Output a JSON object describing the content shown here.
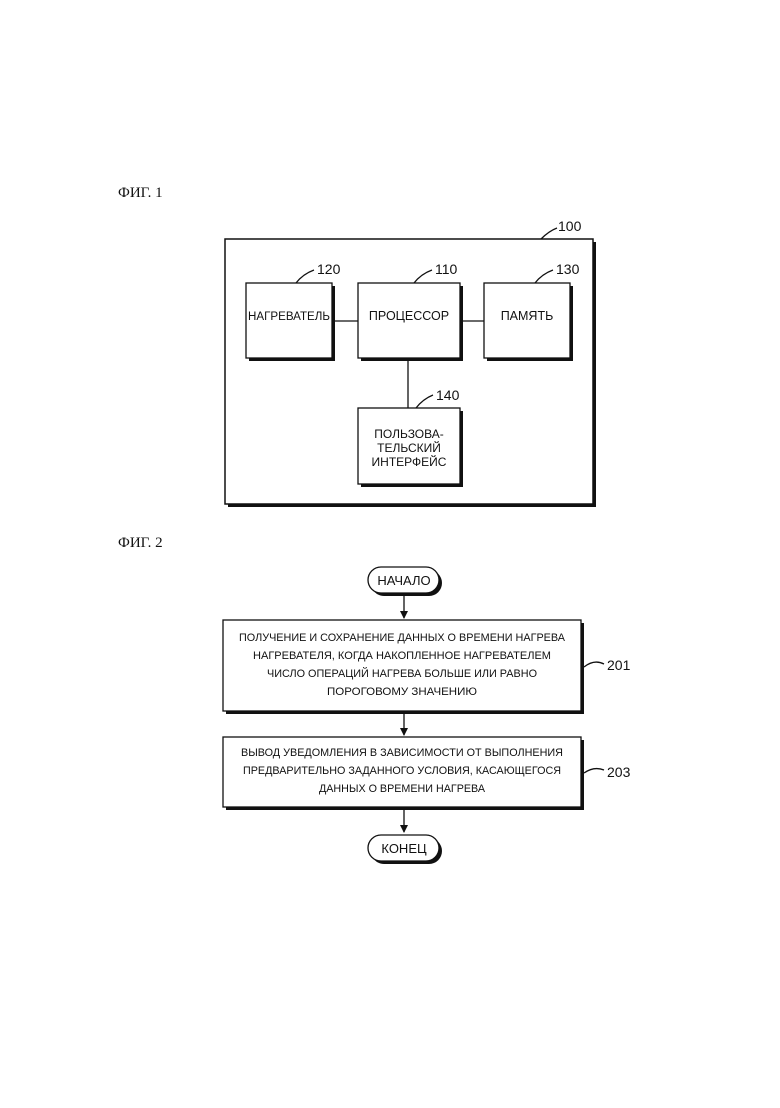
{
  "fig1": {
    "label": "ФИГ. 1",
    "outer_ref": "100",
    "blocks": {
      "heater": {
        "label": "НАГРЕВАТЕЛЬ",
        "ref": "120"
      },
      "processor": {
        "label": "ПРОЦЕССОР",
        "ref": "110"
      },
      "memory": {
        "label": "ПАМЯТЬ",
        "ref": "130"
      },
      "ui": {
        "lines": [
          "ПОЛЬЗОВА-",
          "ТЕЛЬСКИЙ",
          "ИНТЕРФЕЙС"
        ],
        "ref": "140"
      }
    }
  },
  "fig2": {
    "label": "ФИГ. 2",
    "start": "НАЧАЛО",
    "end": "КОНЕЦ",
    "steps": [
      {
        "ref": "201",
        "lines": [
          "ПОЛУЧЕНИЕ И СОХРАНЕНИЕ ДАННЫХ О ВРЕМЕНИ НАГРЕВА",
          "НАГРЕВАТЕЛЯ, КОГДА НАКОПЛЕННОЕ НАГРЕВАТЕЛЕМ",
          "ЧИСЛО ОПЕРАЦИЙ НАГРЕВА БОЛЬШЕ ИЛИ РАВНО",
          "ПОРОГОВОМУ ЗНАЧЕНИЮ"
        ]
      },
      {
        "ref": "203",
        "lines": [
          "ВЫВОД УВЕДОМЛЕНИЯ В ЗАВИСИМОСТИ ОТ ВЫПОЛНЕНИЯ",
          "ПРЕДВАРИТЕЛЬНО ЗАДАННОГО УСЛОВИЯ, КАСАЮЩЕГОСЯ",
          "ДАННЫХ О ВРЕМЕНИ НАГРЕВА"
        ]
      }
    ]
  }
}
